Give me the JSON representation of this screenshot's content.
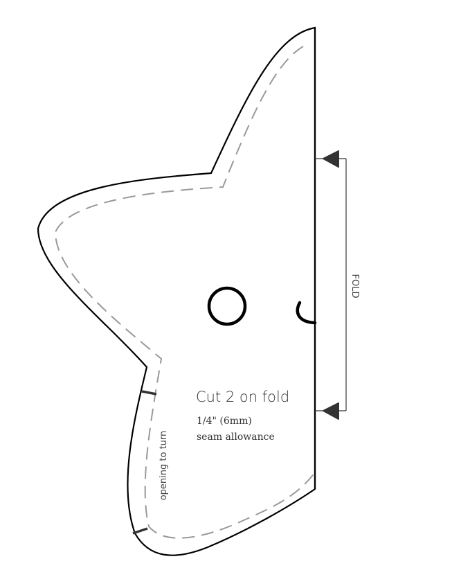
{
  "pattern": {
    "instruction": "Cut 2 on fold",
    "seam_allowance_line1": "1/4\" (6mm)",
    "seam_allowance_line2": "seam allowance",
    "fold_label": "FOLD",
    "opening_label": "opening to turn"
  },
  "colors": {
    "cut_line": "#000000",
    "stitch_line": "#999999",
    "fold_marker": "#333333",
    "opening_marks": "#333333"
  }
}
